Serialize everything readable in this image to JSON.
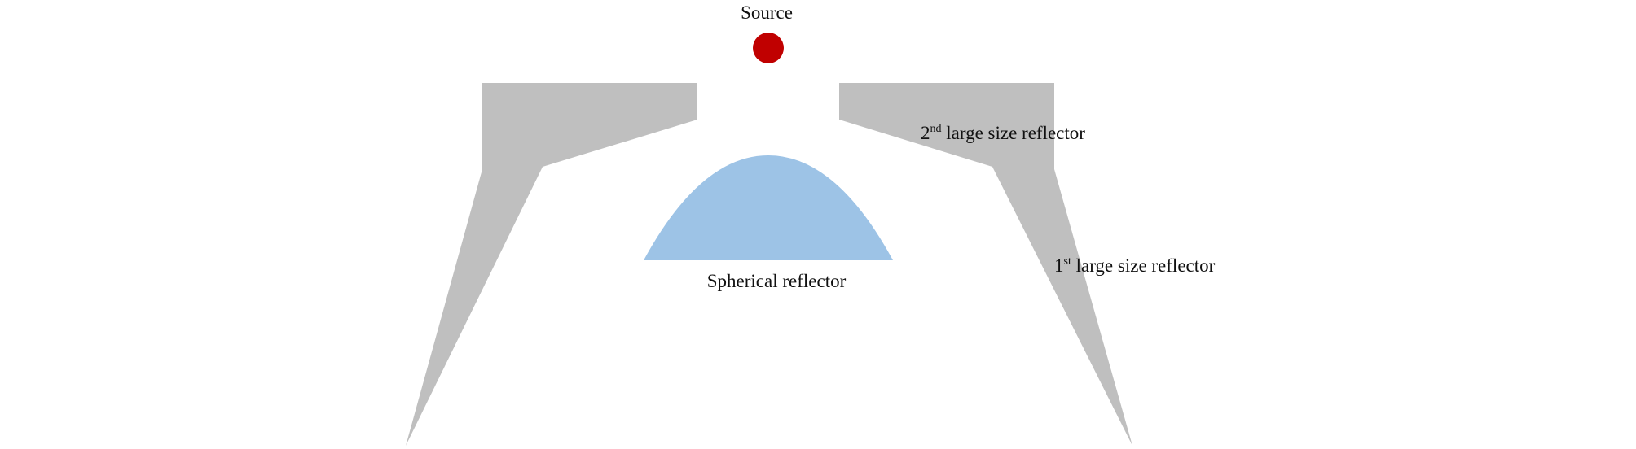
{
  "labels": {
    "source": "Source",
    "spherical_reflector": "Spherical reflector",
    "first_reflector": {
      "number": "1",
      "suffix": "st",
      "text": " large size reflector"
    },
    "second_reflector": {
      "number": "2",
      "suffix": "nd",
      "text": " large size reflector"
    }
  },
  "colors": {
    "source": "#c00000",
    "reflector": "#bfbfbf",
    "spherical": "#9dc3e6"
  }
}
